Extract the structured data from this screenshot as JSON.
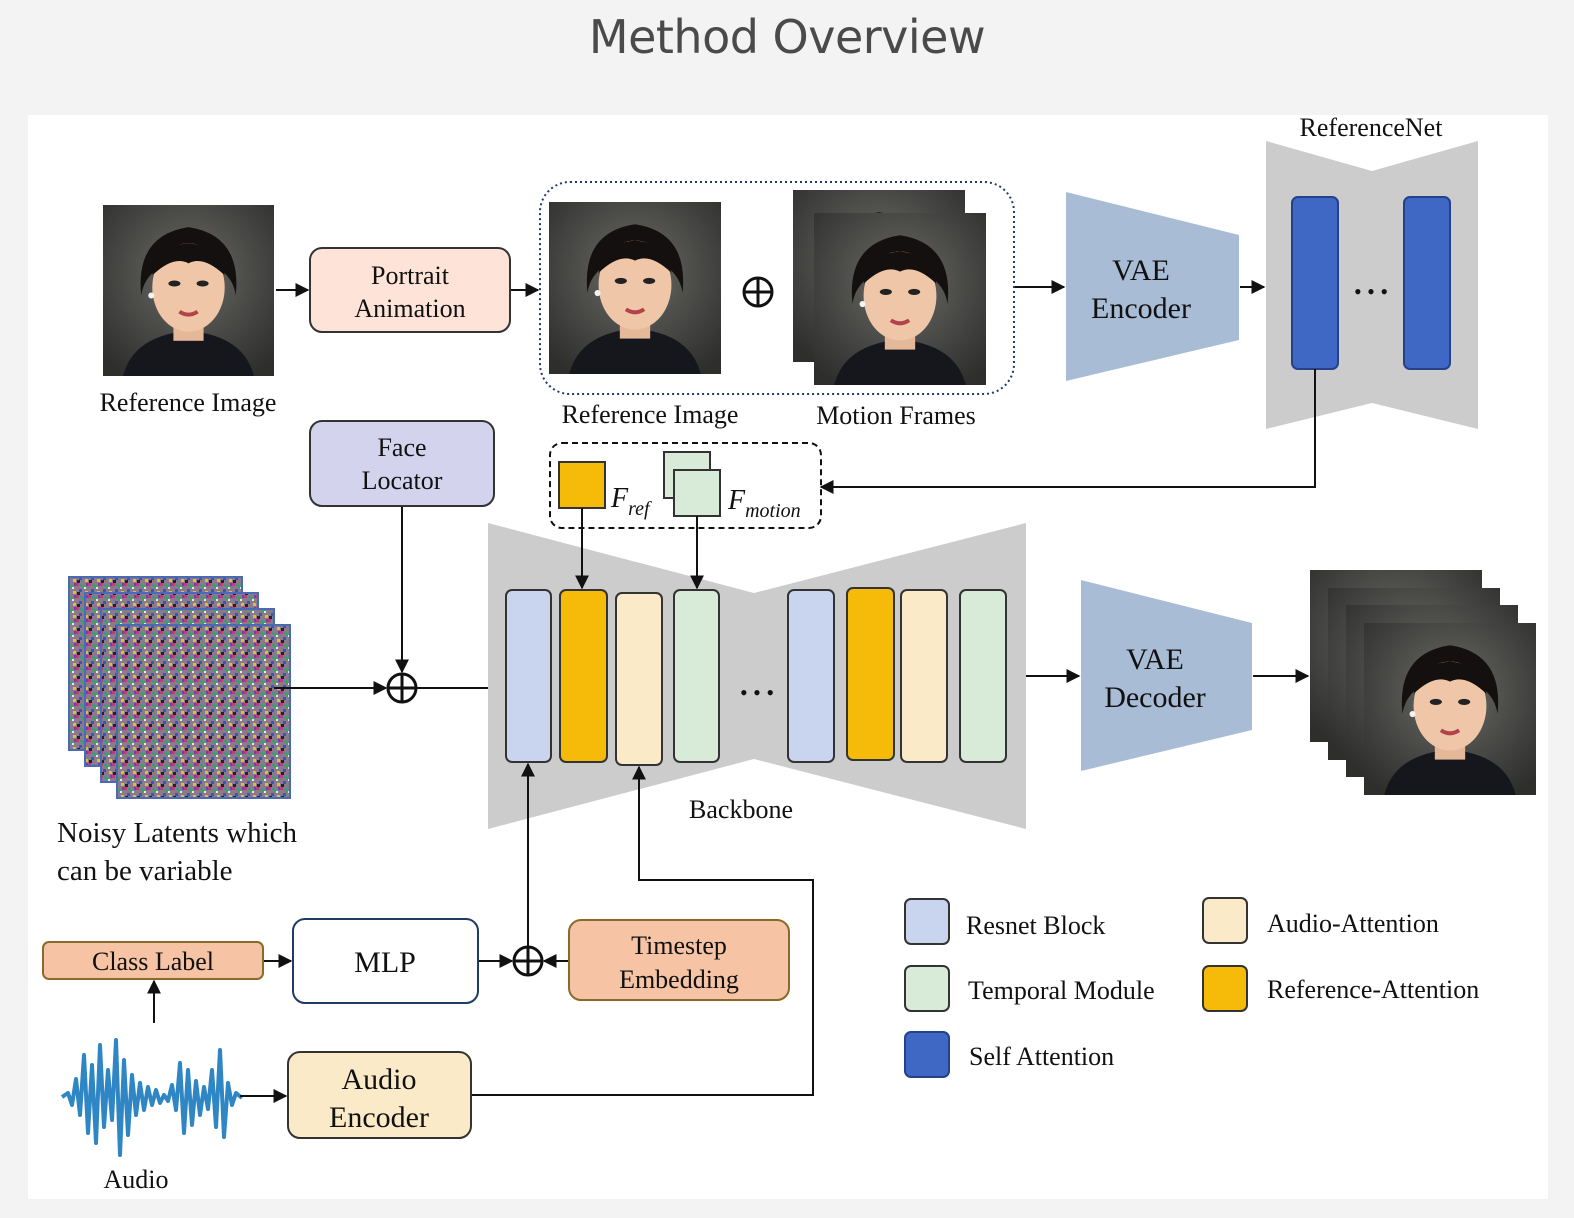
{
  "title": "Method Overview",
  "labels": {
    "reference_image_1": "Reference Image",
    "portrait_animation": [
      "Portrait",
      "Animation"
    ],
    "reference_image_2": "Reference Image",
    "motion_frames": "Motion Frames",
    "vae_encoder": [
      "VAE",
      "Encoder"
    ],
    "referencenet": "ReferenceNet",
    "face_locator": [
      "Face",
      "Locator"
    ],
    "f_ref_main": "F",
    "f_ref_sub": "ref",
    "f_motion_main": "F",
    "f_motion_sub": "motion",
    "noisy_latents": [
      "Noisy Latents which",
      "can be variable"
    ],
    "backbone": "Backbone",
    "vae_decoder": [
      "VAE",
      "Decoder"
    ],
    "class_label": "Class Label",
    "mlp": "MLP",
    "timestep_embedding": [
      "Timestep",
      "Embedding"
    ],
    "audio_encoder": [
      "Audio",
      "Encoder"
    ],
    "audio": "Audio",
    "ellipsis": "• • •"
  },
  "legend": [
    {
      "label": "Resnet Block",
      "color": "#c9d5ee"
    },
    {
      "label": "Audio-Attention",
      "color": "#fbeac8"
    },
    {
      "label": "Temporal Module",
      "color": "#d8ead8"
    },
    {
      "label": "Reference-Attention",
      "color": "#f5bb08"
    },
    {
      "label": "Self Attention",
      "color": "#3f68c4"
    }
  ],
  "colors": {
    "resnet_block": "#c9d5ee",
    "reference_attention": "#f5bb08",
    "audio_attention": "#fbeac8",
    "temporal_module": "#d8ead8",
    "self_attention": "#3f68c4",
    "vae": "#a9bcd6",
    "unet_gray": "#cccccc",
    "portrait_animation_fill": "#fde3d8",
    "face_locator_fill": "#d3d3ee",
    "class_label_fill": "#f6c3a4",
    "timestep_fill": "#f6c3a4",
    "audio_encoder_fill": "#fbeac8",
    "audio_wave": "#2f86c4"
  },
  "icons": [
    "portrait-photo",
    "noise-texture",
    "audio-waveform",
    "circle-plus-icon"
  ]
}
